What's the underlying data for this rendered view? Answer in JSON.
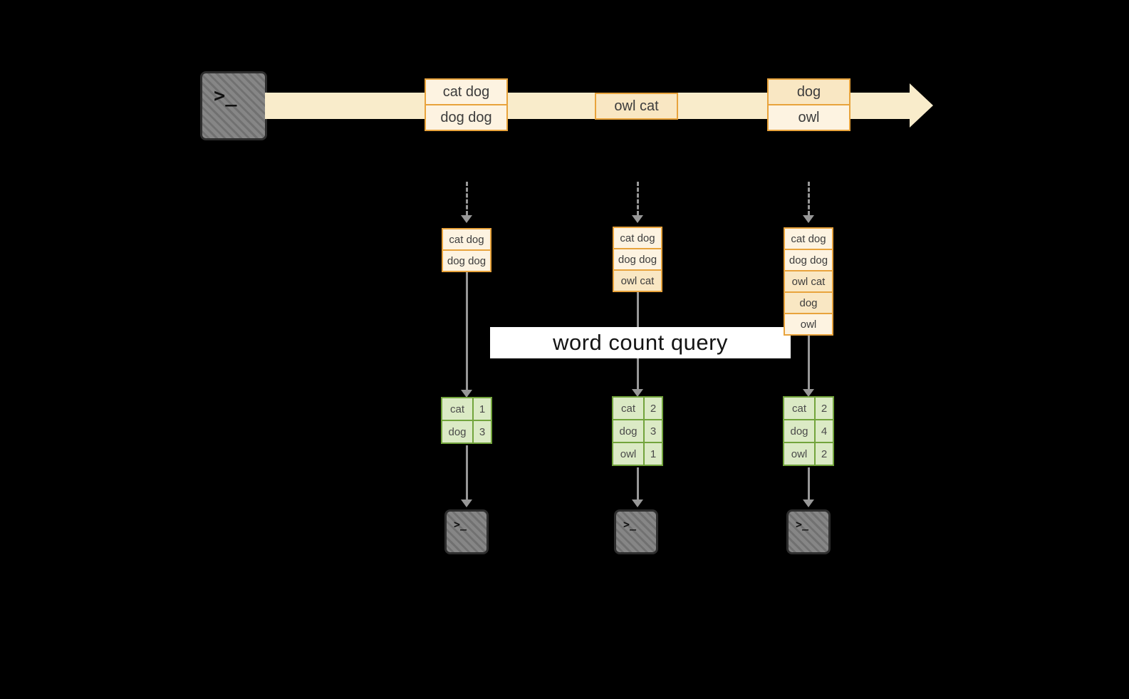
{
  "banner": {
    "label": "word count query"
  },
  "terminal": {
    "prompt": ">_"
  },
  "stream": {
    "groups": [
      {
        "events": [
          "cat dog",
          "dog dog"
        ]
      },
      {
        "events": [
          "owl cat"
        ]
      },
      {
        "events": [
          "dog",
          "owl"
        ]
      }
    ]
  },
  "pipelines": [
    {
      "records": [
        "cat dog",
        "dog dog"
      ],
      "counts": [
        {
          "word": "cat",
          "value": "1"
        },
        {
          "word": "dog",
          "value": "3"
        }
      ]
    },
    {
      "records": [
        "cat dog",
        "dog dog",
        "owl cat"
      ],
      "counts": [
        {
          "word": "cat",
          "value": "2"
        },
        {
          "word": "dog",
          "value": "3"
        },
        {
          "word": "owl",
          "value": "1"
        }
      ]
    },
    {
      "records": [
        "cat dog",
        "dog dog",
        "owl cat",
        "dog",
        "owl"
      ],
      "counts": [
        {
          "word": "cat",
          "value": "2"
        },
        {
          "word": "dog",
          "value": "4"
        },
        {
          "word": "owl",
          "value": "2"
        }
      ]
    }
  ],
  "colors": {
    "background": "#000000",
    "stream_fill": "#f9eccb",
    "event_border": "#e8a33c",
    "event_fill_light": "#fdf3e1",
    "event_fill_dark": "#f9e7c3",
    "table_border": "#72a43c",
    "table_fill": "#dbeac5",
    "arrow": "#979797",
    "terminal_fill": "#7d7d7d",
    "banner_bg": "#ffffff"
  }
}
